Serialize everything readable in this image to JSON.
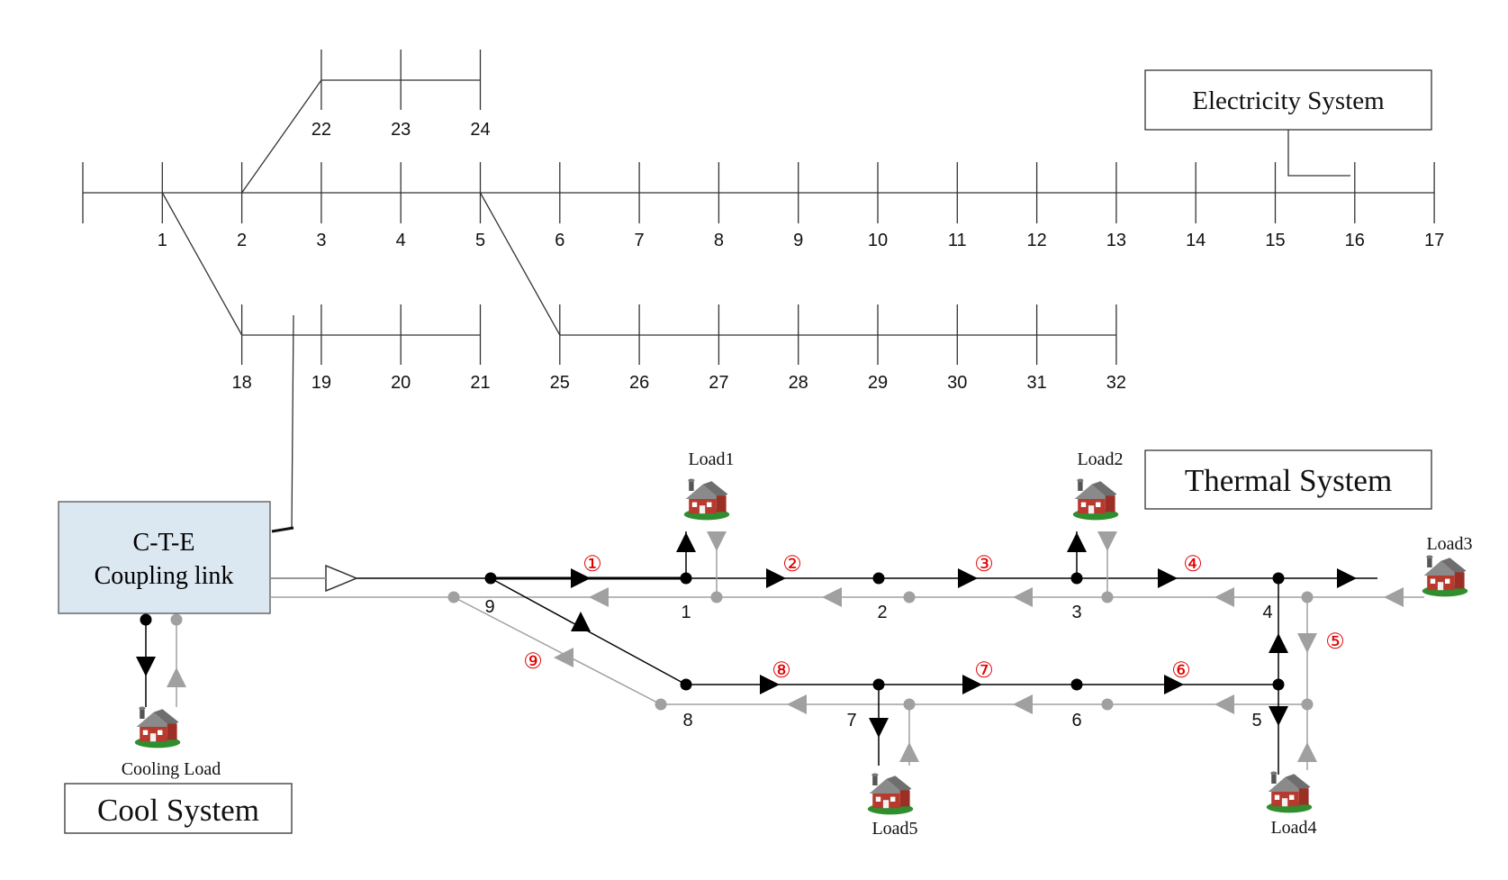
{
  "electricity": {
    "title": "Electricity  System",
    "main_buses": [
      "1",
      "2",
      "3",
      "4",
      "5",
      "6",
      "7",
      "8",
      "9",
      "10",
      "11",
      "12",
      "13",
      "14",
      "15",
      "16",
      "17"
    ],
    "upper_branch_buses": [
      "22",
      "23",
      "24"
    ],
    "lower_branch_a_buses": [
      "18",
      "19",
      "20",
      "21"
    ],
    "lower_branch_b_buses": [
      "25",
      "26",
      "27",
      "28",
      "29",
      "30",
      "31",
      "32"
    ]
  },
  "thermal": {
    "title": "Thermal System",
    "node_labels": [
      "1",
      "2",
      "3",
      "4",
      "5",
      "6",
      "7",
      "8",
      "9"
    ],
    "pipe_labels": [
      "①",
      "②",
      "③",
      "④",
      "⑤",
      "⑥",
      "⑦",
      "⑧",
      "⑨"
    ],
    "loads": [
      "Load1",
      "Load2",
      "Load3",
      "Load4",
      "Load5"
    ]
  },
  "cool": {
    "title": "Cool System",
    "load_label": "Cooling Load"
  },
  "coupling": {
    "line1": "C-T-E",
    "line2": "Coupling link"
  },
  "colors": {
    "supply": "#000000",
    "return": "#a0a0a0",
    "pipe_number": "#e00000",
    "coupling_fill": "#dbe7f1",
    "coupling_border": "#555555"
  },
  "icons": {
    "load": "house-icon"
  }
}
